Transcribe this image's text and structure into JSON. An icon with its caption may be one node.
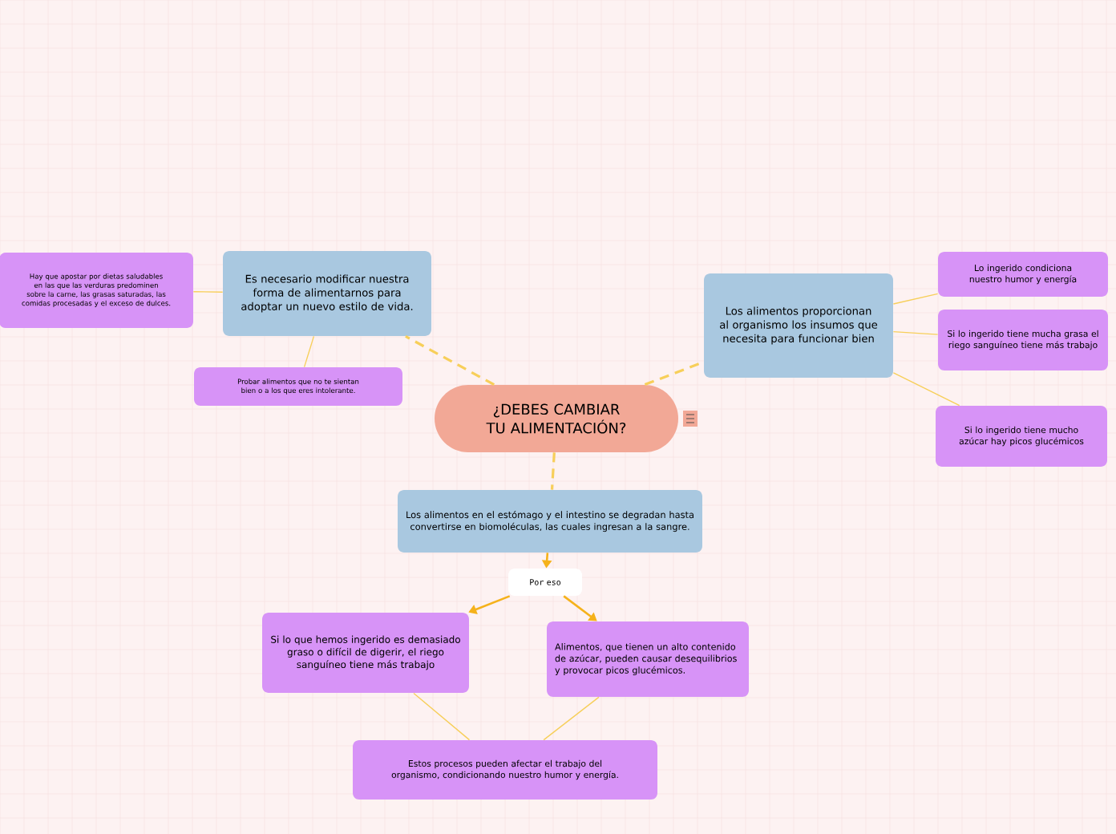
{
  "diagram": {
    "nodes": [
      {
        "text": [
          "¿DEBES CAMBIAR TU ALIMENTACIÓN?"
        ]
      },
      {
        "text": [
          "Es necesario modificar nuestra forma de alimentarnos para adoptar un nuevo estilo de vida."
        ]
      },
      {
        "text": [
          "Hay que apostar por dietas saludables en las que las verduras predominen sobre la carne, las grasas saturadas, las comidas procesadas y el exceso de dulces."
        ]
      },
      {
        "text": [
          "Probar alimentos que no te sientan bien o a los que eres intolerante."
        ]
      },
      {
        "text": [
          "Los alimentos proporcionan al organismo los insumos que necesita para funcionar bien"
        ]
      },
      {
        "text": [
          "Lo ingerido condiciona nuestro humor y energía"
        ]
      },
      {
        "text": [
          "Si lo ingerido tiene mucha grasa el riego sanguíneo tiene más trabajo"
        ]
      },
      {
        "text": [
          "Si lo ingerido tiene mucho azúcar hay picos glucémicos"
        ]
      },
      {
        "text": [
          "Los alimentos en el estómago y el intestino se degradan hasta convertirse en biomoléculas, las cuales ingresan a la sangre."
        ]
      },
      {
        "text": [
          "Por eso"
        ]
      },
      {
        "text": [
          "Si lo que hemos ingerido es demasiado graso o difícil de digerir, el riego sanguíneo tiene más trabajo"
        ]
      },
      {
        "text": [
          "Alimentos, que tienen un alto contenido de azúcar, pueden causar desequilibrios y provocar picos glucémicos."
        ]
      },
      {
        "text": [
          "Estos procesos pueden afectar el trabajo del organismo, condicionando nuestro humor y energía."
        ]
      }
    ],
    "edges": [
      {
        "from": 0,
        "to": 1,
        "arrow": "none",
        "style": "dashed"
      },
      {
        "from": 1,
        "to": 2,
        "arrow": "none"
      },
      {
        "from": 1,
        "to": 3,
        "arrow": "none"
      },
      {
        "from": 0,
        "to": 4,
        "arrow": "none",
        "style": "dashed"
      },
      {
        "from": 4,
        "to": 5,
        "arrow": "none"
      },
      {
        "from": 4,
        "to": 6,
        "arrow": "none"
      },
      {
        "from": 4,
        "to": 7,
        "arrow": "none"
      },
      {
        "from": 0,
        "to": 8,
        "arrow": "none",
        "style": "dashed"
      },
      {
        "from": 8,
        "to": 9,
        "arrow": "to"
      },
      {
        "from": 9,
        "to": 10,
        "arrow": "to"
      },
      {
        "from": 9,
        "to": 11,
        "arrow": "to"
      },
      {
        "from": 10,
        "to": 12,
        "arrow": "none"
      },
      {
        "from": 11,
        "to": 12,
        "arrow": "none"
      }
    ]
  }
}
